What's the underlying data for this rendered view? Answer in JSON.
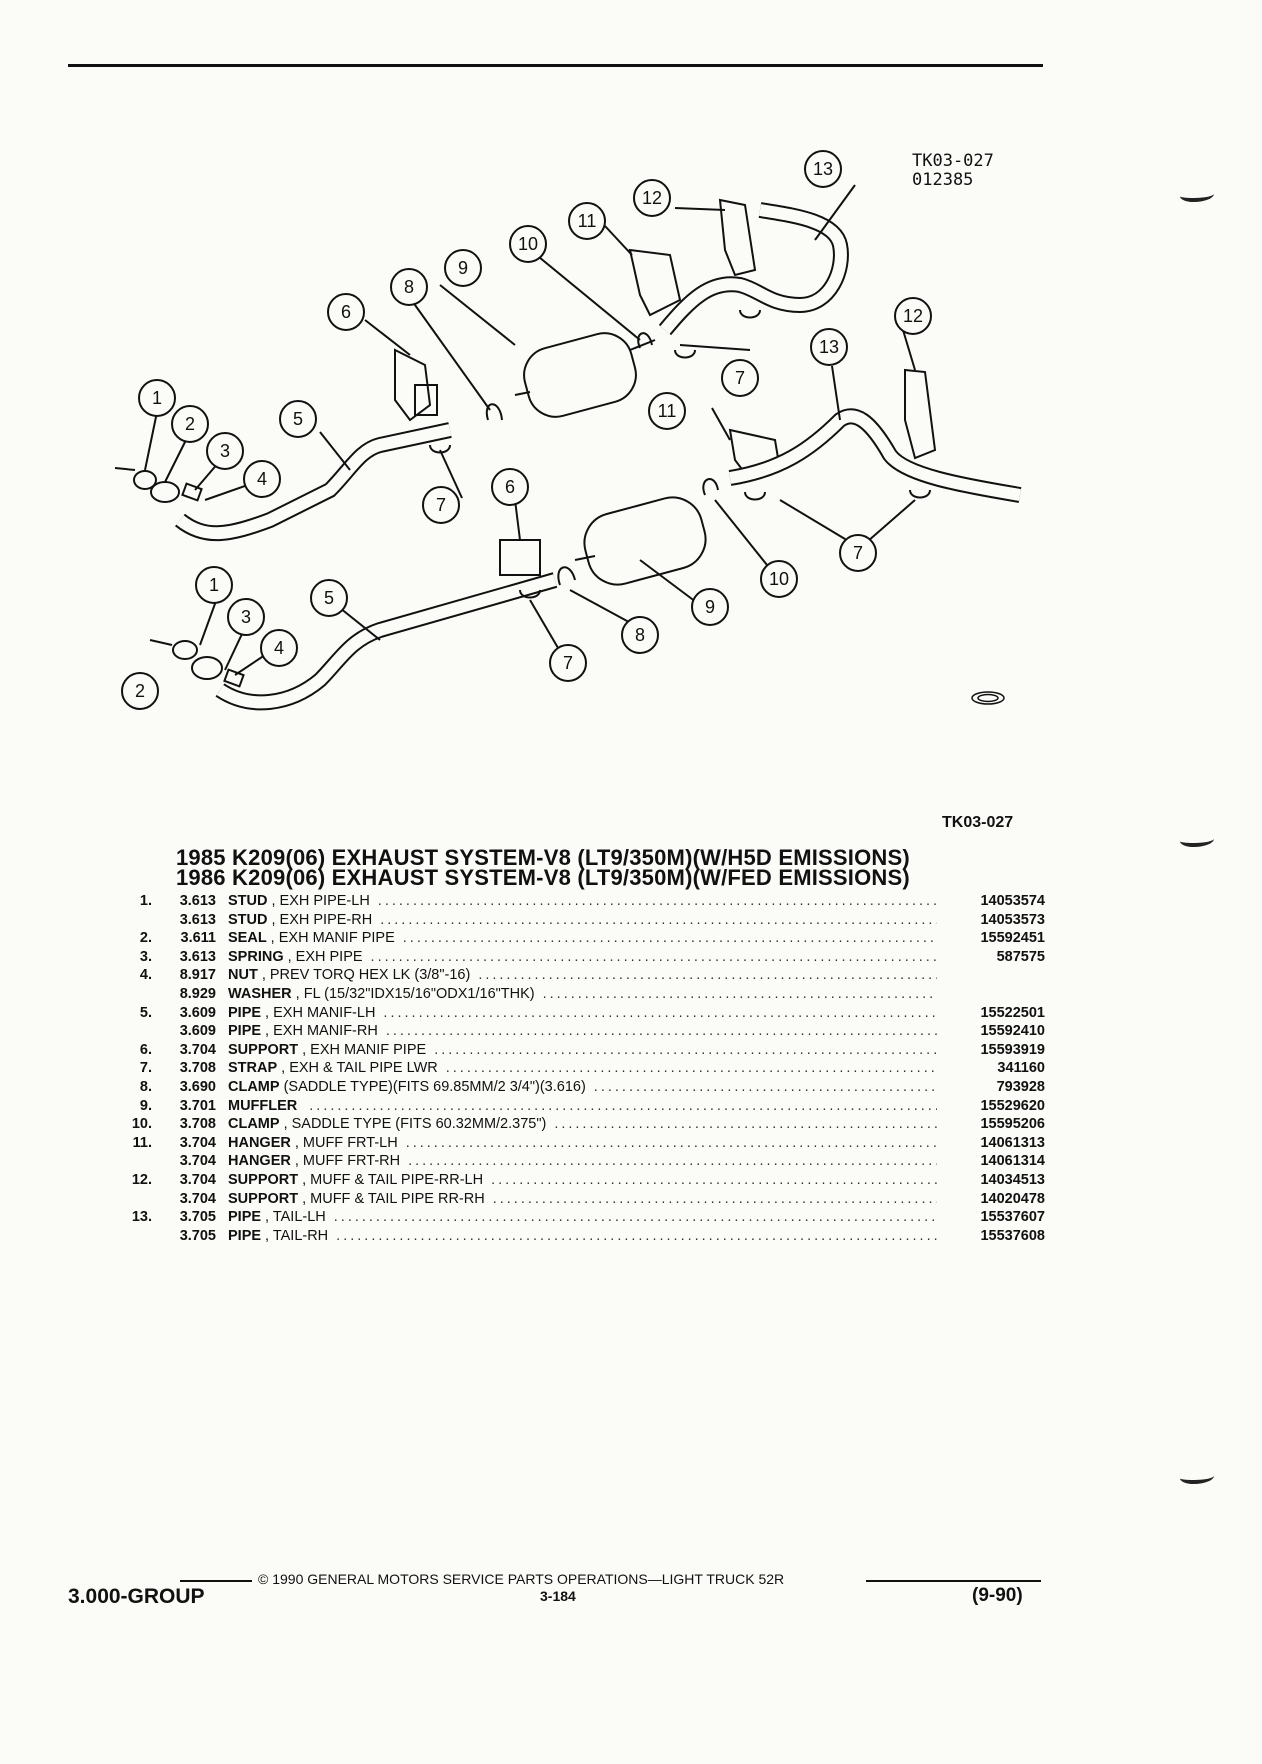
{
  "figure": {
    "id_line1": "TK03-027",
    "id_line2": "012385"
  },
  "callouts": [
    "1",
    "2",
    "3",
    "4",
    "5",
    "6",
    "7",
    "8",
    "9",
    "10",
    "11",
    "12",
    "13"
  ],
  "ref_code": "TK03-027",
  "titles": [
    "1985 K209(06) EXHAUST SYSTEM-V8 (LT9/350M)(W/H5D EMISSIONS)",
    "1986 K209(06) EXHAUST SYSTEM-V8 (LT9/350M)(W/FED EMISSIONS)"
  ],
  "parts": [
    {
      "no": "1.",
      "grp": "3.613",
      "name": "STUD",
      "desc": ", EXH PIPE-LH",
      "pn": "14053574"
    },
    {
      "no": "",
      "grp": "3.613",
      "name": "STUD",
      "desc": ", EXH PIPE-RH",
      "pn": "14053573"
    },
    {
      "no": "2.",
      "grp": "3.611",
      "name": "SEAL",
      "desc": ", EXH MANIF PIPE",
      "pn": "15592451"
    },
    {
      "no": "3.",
      "grp": "3.613",
      "name": "SPRING",
      "desc": ", EXH PIPE",
      "pn": "587575"
    },
    {
      "no": "4.",
      "grp": "8.917",
      "name": "NUT",
      "desc": ", PREV TORQ HEX LK (3/8\"-16)",
      "pn": ""
    },
    {
      "no": "",
      "grp": "8.929",
      "name": "WASHER",
      "desc": ", FL (15/32\"IDX15/16\"ODX1/16\"THK)",
      "pn": ""
    },
    {
      "no": "5.",
      "grp": "3.609",
      "name": "PIPE",
      "desc": ", EXH MANIF-LH",
      "pn": "15522501"
    },
    {
      "no": "",
      "grp": "3.609",
      "name": "PIPE",
      "desc": ", EXH MANIF-RH",
      "pn": "15592410"
    },
    {
      "no": "6.",
      "grp": "3.704",
      "name": "SUPPORT",
      "desc": ", EXH MANIF PIPE",
      "pn": "15593919"
    },
    {
      "no": "7.",
      "grp": "3.708",
      "name": "STRAP",
      "desc": ", EXH & TAIL PIPE LWR",
      "pn": "341160"
    },
    {
      "no": "8.",
      "grp": "3.690",
      "name": "CLAMP",
      "desc": "(SADDLE TYPE)(FITS 69.85MM/2 3/4\")(3.616)",
      "pn": "793928"
    },
    {
      "no": "9.",
      "grp": "3.701",
      "name": "MUFFLER",
      "desc": "",
      "pn": "15529620"
    },
    {
      "no": "10.",
      "grp": "3.708",
      "name": "CLAMP",
      "desc": ", SADDLE TYPE (FITS 60.32MM/2.375\")",
      "pn": "15595206"
    },
    {
      "no": "11.",
      "grp": "3.704",
      "name": "HANGER",
      "desc": ", MUFF FRT-LH",
      "pn": "14061313"
    },
    {
      "no": "",
      "grp": "3.704",
      "name": "HANGER",
      "desc": ", MUFF FRT-RH",
      "pn": "14061314"
    },
    {
      "no": "12.",
      "grp": "3.704",
      "name": "SUPPORT",
      "desc": ", MUFF & TAIL PIPE-RR-LH",
      "pn": "14034513"
    },
    {
      "no": "",
      "grp": "3.704",
      "name": "SUPPORT",
      "desc": ", MUFF & TAIL PIPE RR-RH",
      "pn": "14020478"
    },
    {
      "no": "13.",
      "grp": "3.705",
      "name": "PIPE",
      "desc": ", TAIL-LH",
      "pn": "15537607"
    },
    {
      "no": "",
      "grp": "3.705",
      "name": "PIPE",
      "desc": ", TAIL-RH",
      "pn": "15537608"
    }
  ],
  "footer": {
    "group": "3.000-GROUP",
    "copyright": "© 1990 GENERAL MOTORS SERVICE PARTS OPERATIONS—LIGHT TRUCK 52R",
    "page": "3-184",
    "date": "(9-90)"
  }
}
